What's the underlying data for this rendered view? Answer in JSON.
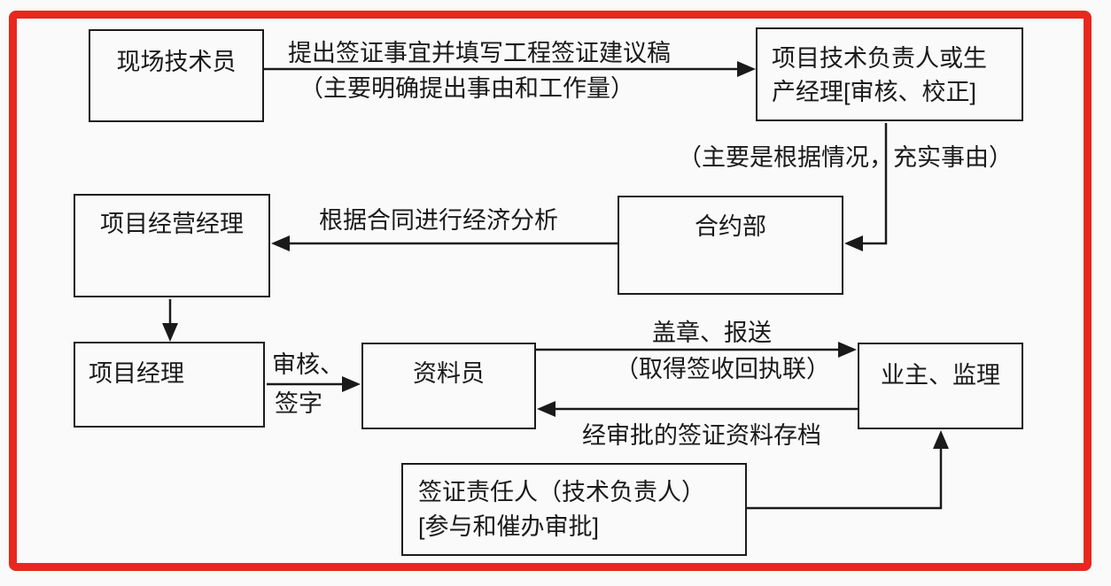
{
  "diagram": {
    "background_color": "#fafafa",
    "frame_color": "#e8281e",
    "line_color": "#1a1a1a",
    "nodes": {
      "site_technician": {
        "label": "现场技术员"
      },
      "tech_lead": {
        "line1": "项目技术负责人或生",
        "line2": "产经理[审核、校正]"
      },
      "contract_dept": {
        "label": "合约部"
      },
      "ops_manager": {
        "label": "项目经营经理"
      },
      "project_manager": {
        "label": "项目经理"
      },
      "data_clerk": {
        "label": "资料员"
      },
      "owner_supervisor": {
        "label": "业主、监理"
      },
      "visa_responsible": {
        "line1": "签证责任人（技术负责人）",
        "line2": "[参与和催办审批]"
      }
    },
    "edge_labels": {
      "propose_line1": "提出签证事宜并填写工程签证建议稿",
      "propose_line2": "（主要明确提出事由和工作量）",
      "enrich_note": "（主要是根据情况，充实事由）",
      "economic_analysis": "根据合同进行经济分析",
      "review": "审核、",
      "sign": "签字",
      "stamp_submit": "盖章、报送",
      "receipt_note": "（取得签收回执联）",
      "archive": "经审批的签证资料存档"
    }
  }
}
